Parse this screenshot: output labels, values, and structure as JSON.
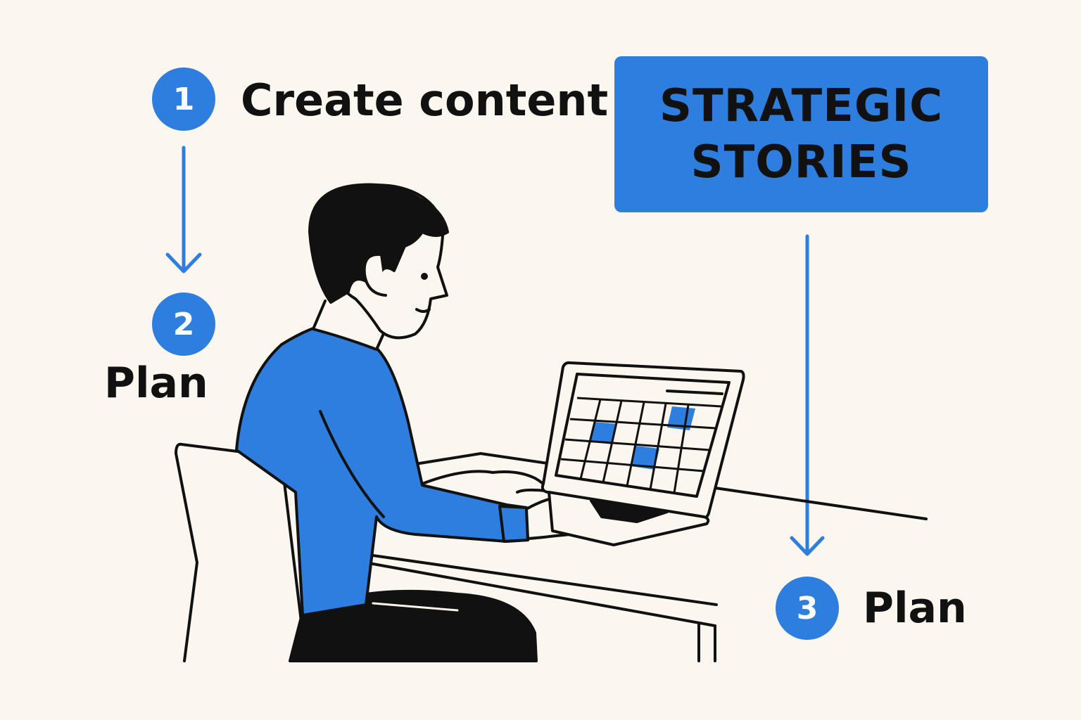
{
  "colors": {
    "background": "#fbf6ee",
    "accent": "#2e7ee0",
    "ink": "#111111"
  },
  "steps": [
    {
      "number": "1",
      "label": "Create content"
    },
    {
      "number": "2",
      "label": "Plan"
    },
    {
      "number": "3",
      "label": "Plan"
    }
  ],
  "banner": {
    "line1": "STRATEGIC",
    "line2": "STORIES"
  },
  "illustration": {
    "icons": [
      "person-icon",
      "laptop-icon",
      "calendar-icon",
      "chair-icon",
      "desk-icon"
    ]
  }
}
